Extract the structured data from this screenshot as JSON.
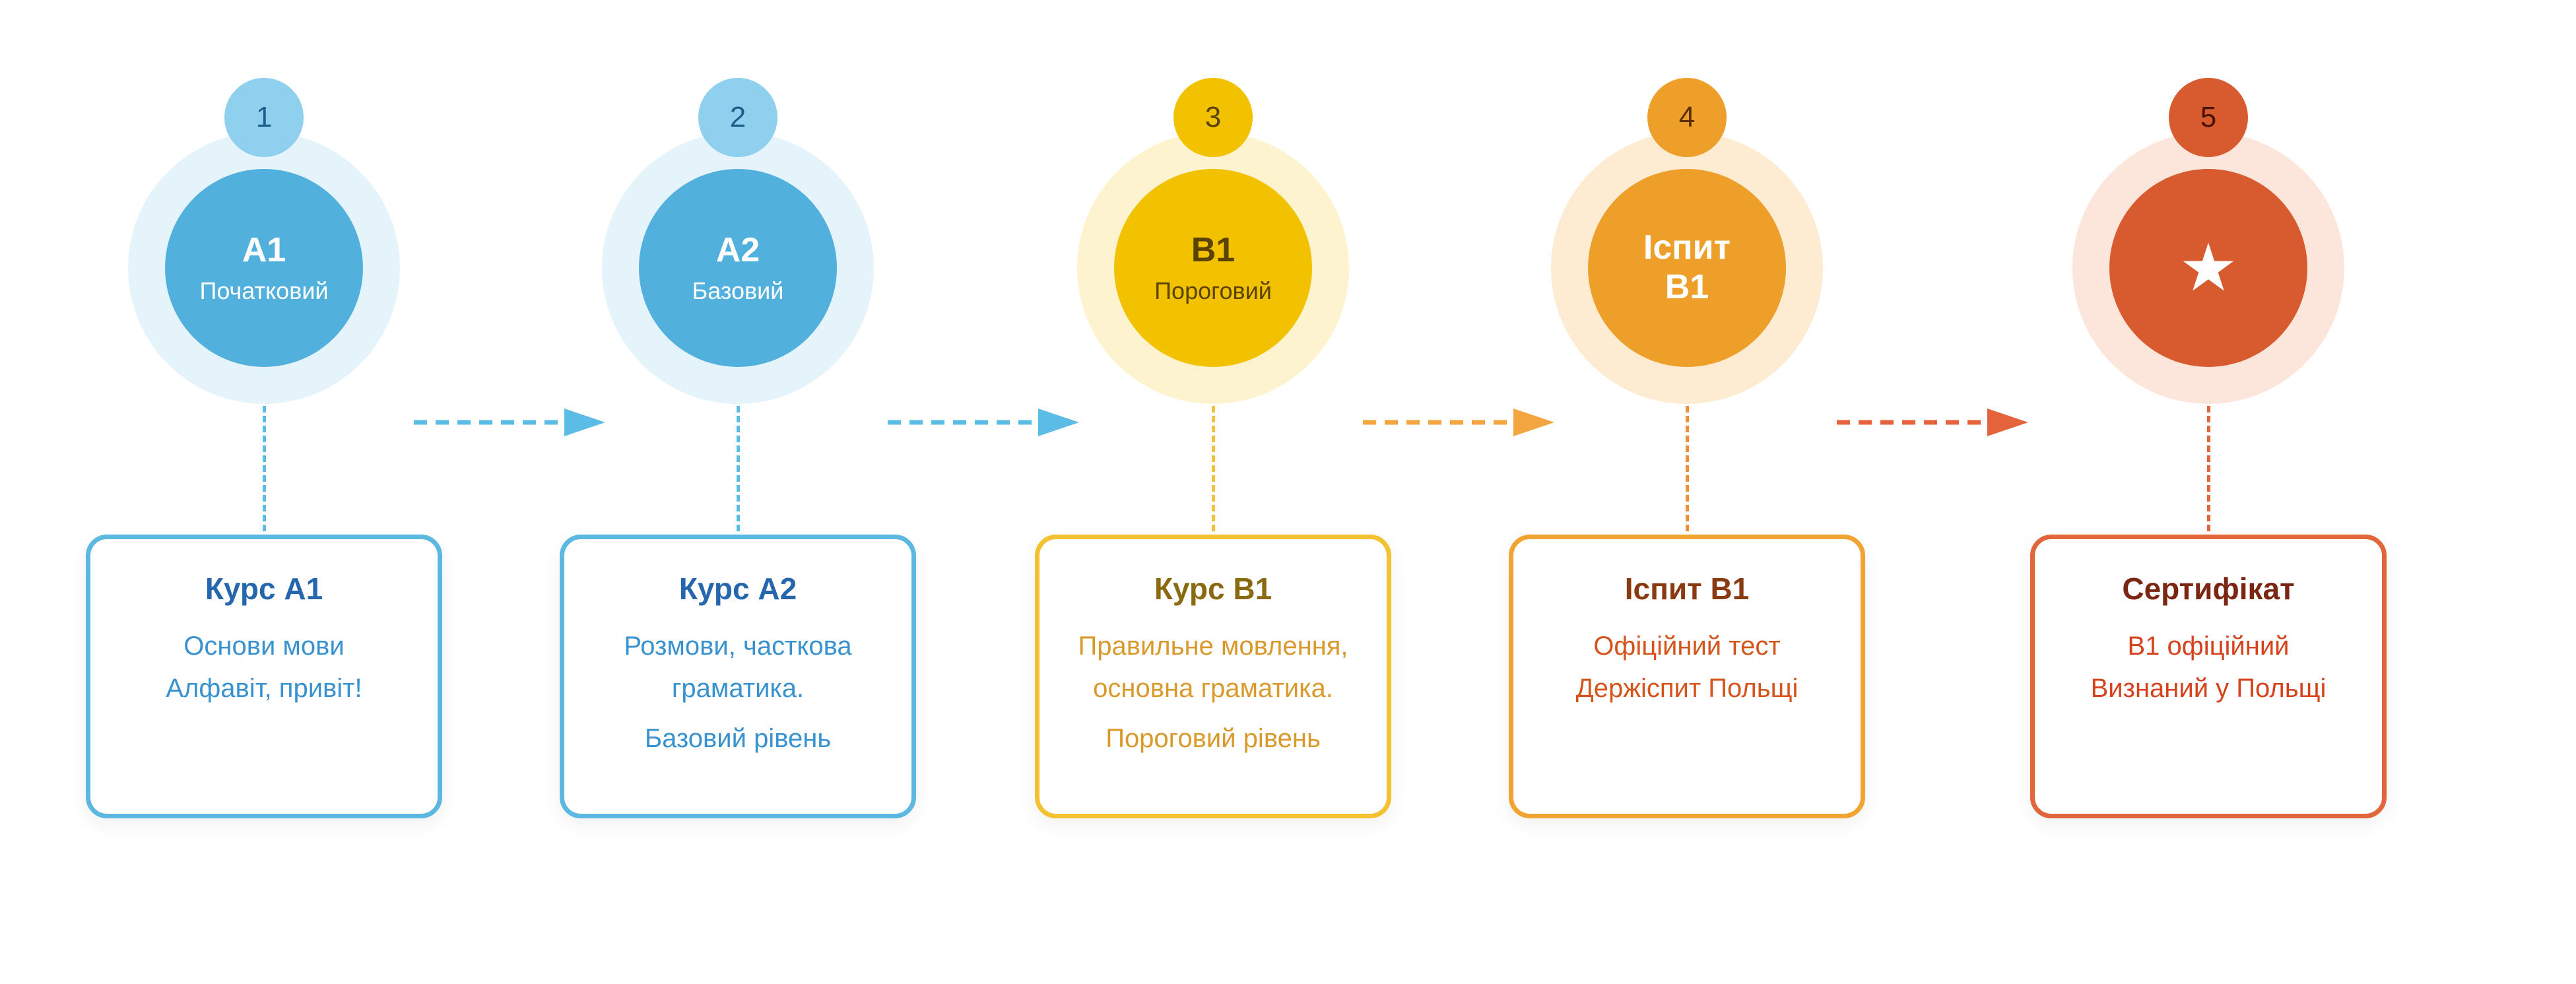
{
  "steps": [
    {
      "number": "1",
      "code": "A1",
      "sublabel": "Початковий",
      "card": {
        "title": "Курс A1",
        "lines": [
          "Основи мови",
          "Алфавіт, привіт!"
        ],
        "extra": ""
      },
      "colors": {
        "main": "#51b1dc",
        "halo": "#e5f3fb",
        "badge": "#8fd0ee",
        "badge_text": "#1e5f8a",
        "code_text": "#ffffff",
        "sub_text": "#ffffff",
        "border": "#5bb8e0",
        "title": "#2566ad",
        "text": "#3792cf",
        "connector": "#5bbde6"
      }
    },
    {
      "number": "2",
      "code": "A2",
      "sublabel": "Базовий",
      "card": {
        "title": "Курс A2",
        "lines": [
          "Розмови, часткова",
          "граматика."
        ],
        "extra": "Базовий рівень"
      },
      "colors": {
        "main": "#51b1dc",
        "halo": "#e5f3fb",
        "badge": "#8fd0ee",
        "badge_text": "#1e5f8a",
        "code_text": "#ffffff",
        "sub_text": "#ffffff",
        "border": "#5bb8e0",
        "title": "#2566ad",
        "text": "#3792cf",
        "connector": "#5bbde6"
      }
    },
    {
      "number": "3",
      "code": "B1",
      "sublabel": "Пороговий",
      "card": {
        "title": "Курс B1",
        "lines": [
          "Правильне мовлення,",
          "основна граматика."
        ],
        "extra": "Пороговий рівень"
      },
      "colors": {
        "main": "#f2c200",
        "halo": "#fdf3cf",
        "badge": "#f2c200",
        "badge_text": "#5a4200",
        "code_text": "#5a4200",
        "sub_text": "#5a4200",
        "border": "#f2c230",
        "title": "#8a6a10",
        "text": "#d99a2b",
        "connector": "#f2c23a"
      }
    },
    {
      "number": "4",
      "code": "Іспит\nB1",
      "sublabel": "",
      "card": {
        "title": "Іспит B1",
        "lines": [
          "Офіційний тест",
          "Держіспит Польщі"
        ],
        "extra": ""
      },
      "colors": {
        "main": "#ee9f2a",
        "halo": "#fdebd2",
        "badge": "#ee9f2a",
        "badge_text": "#5a2f00",
        "code_text": "#ffffff",
        "sub_text": "#ffffff",
        "border": "#f2a433",
        "title": "#8a3a10",
        "text": "#d5541c",
        "connector": "#ef8f3a"
      }
    },
    {
      "number": "5",
      "code": "",
      "star": "★",
      "sublabel": "",
      "card": {
        "title": "Сертифікат",
        "lines": [
          "B1 офіційний",
          "Визнаний у Польщі"
        ],
        "extra": ""
      },
      "colors": {
        "main": "#d85a2f",
        "halo": "#fce6dc",
        "badge": "#d85a2f",
        "badge_text": "#4a1200",
        "code_text": "#ffffff",
        "sub_text": "#ffffff",
        "border": "#e1663b",
        "title": "#7a2612",
        "text": "#d5431c",
        "connector": "#e1663b"
      }
    }
  ],
  "arrows": [
    {
      "color": "#5bbde6"
    },
    {
      "color": "#5bbde6"
    },
    {
      "color": "#f3a640"
    },
    {
      "color": "#e4633a"
    }
  ]
}
